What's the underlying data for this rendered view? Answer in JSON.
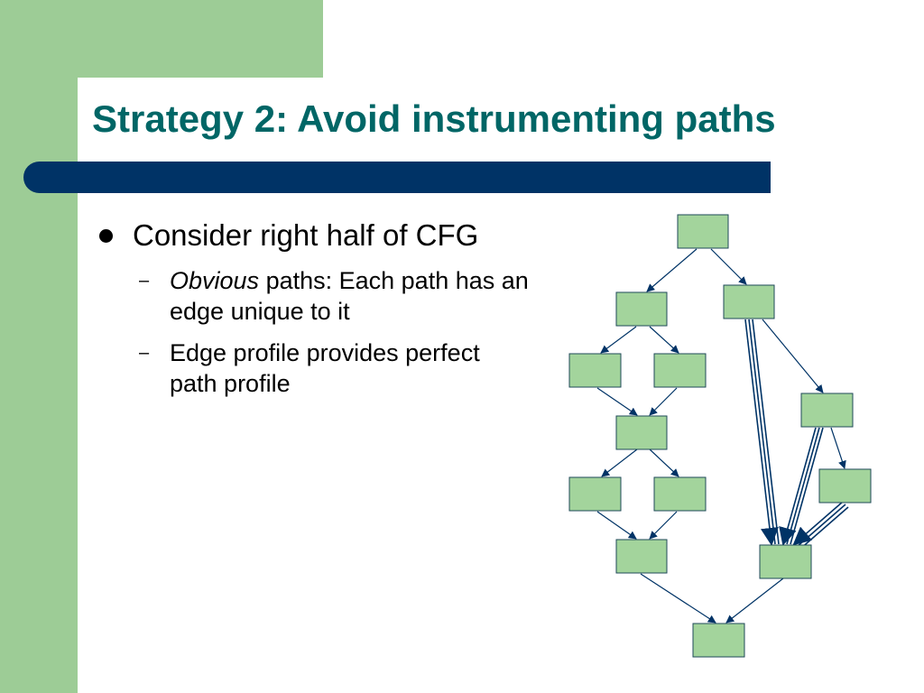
{
  "slide": {
    "title": "Strategy 2: Avoid instrumenting paths",
    "bullet": "Consider right half of CFG",
    "subbullets": [
      {
        "dash": "–",
        "italic": "Obvious",
        "rest": " paths: Each path has an edge unique to it"
      },
      {
        "dash": "–",
        "italic": "",
        "rest": "Edge profile provides perfect path profile"
      }
    ]
  },
  "colors": {
    "accent_green": "#9dcc96",
    "title_text": "#006666",
    "bar": "#003366",
    "node_fill": "#a3d49c",
    "edge": "#003366"
  }
}
